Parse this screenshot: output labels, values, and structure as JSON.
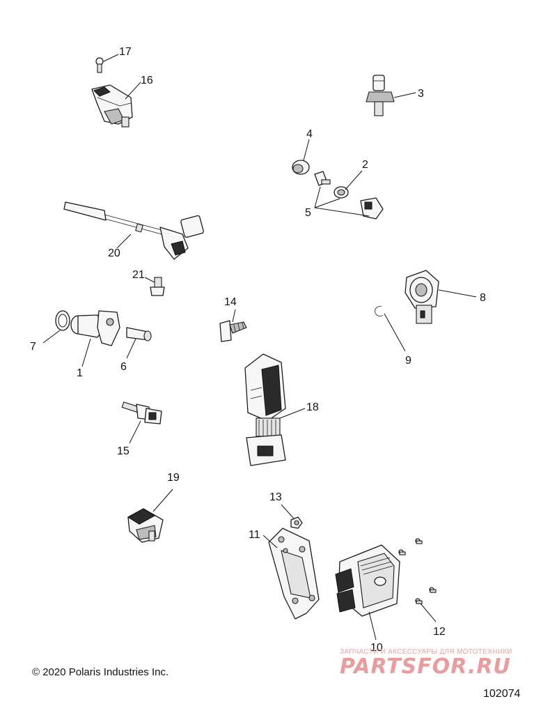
{
  "callouts": {
    "c1": "1",
    "c2": "2",
    "c3": "3",
    "c4": "4",
    "c5": "5",
    "c6": "6",
    "c7": "7",
    "c8": "8",
    "c9": "9",
    "c10": "10",
    "c11": "11",
    "c12": "12",
    "c13": "13",
    "c14": "14",
    "c15": "15",
    "c16": "16",
    "c17": "17",
    "c18": "18",
    "c19": "19",
    "c20": "20",
    "c21": "21"
  },
  "footer": {
    "copyright": "© 2020 Polaris Industries Inc.",
    "diagram_number": "102074"
  },
  "watermark": {
    "tagline": "ЗАПЧАСТИ И АКСЕССУАРЫ ДЛЯ МОТОТЕХНИКИ",
    "logo": "PARTSFOR.RU"
  },
  "colors": {
    "line": "#111111",
    "watermark": "#e37c7c"
  }
}
